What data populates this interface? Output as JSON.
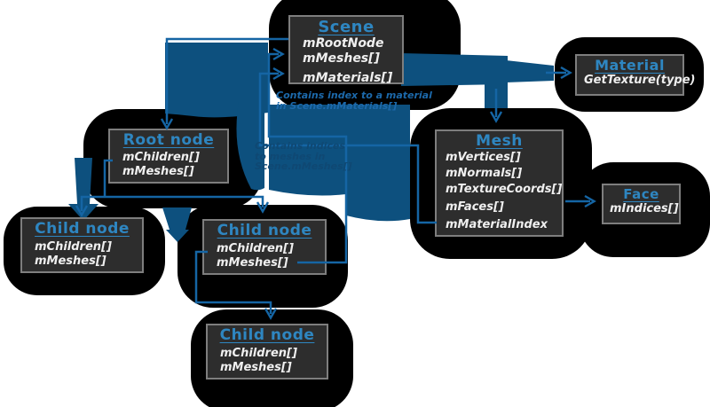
{
  "diagram": {
    "boxes": {
      "scene": {
        "title": "Scene",
        "fields": [
          "mRootNode",
          "mMeshes[]",
          "mMaterials[]"
        ]
      },
      "material": {
        "title": "Material",
        "fields": [
          "GetTexture(type)"
        ]
      },
      "root_node": {
        "title": "Root node",
        "fields": [
          "mChildren[]",
          "mMeshes[]"
        ]
      },
      "child_left": {
        "title": "Child node",
        "fields": [
          "mChildren[]",
          "mMeshes[]"
        ]
      },
      "child_mid": {
        "title": "Child node",
        "fields": [
          "mChildren[]",
          "mMeshes[]"
        ]
      },
      "child_bottom": {
        "title": "Child node",
        "fields": [
          "mChildren[]",
          "mMeshes[]"
        ]
      },
      "mesh": {
        "title": "Mesh",
        "fields": [
          "mVertices[]",
          "mNormals[]",
          "mTextureCoords[]",
          "mFaces[]",
          "mMaterialIndex"
        ]
      },
      "face": {
        "title": "Face",
        "fields": [
          "mIndices[]"
        ]
      }
    },
    "annotations": {
      "material_note": {
        "line1": "Contains index to a material",
        "line2": "in Scene.mMaterials[]"
      },
      "mesh_note": {
        "line1": "Contains indices",
        "line2": "to meshes in",
        "line3": "Scene.mMeshes[]"
      }
    },
    "colors": {
      "swath": "#0d507e",
      "line": "#1565a4",
      "title": "#2e86c1",
      "field": "#efefef",
      "blob": "#000000",
      "boxbg": "#2d2d2d",
      "boxbd": "#7e7e7e",
      "bg": "#ffffff",
      "note1": "#1c69ab",
      "note2": "#0f4873"
    }
  }
}
